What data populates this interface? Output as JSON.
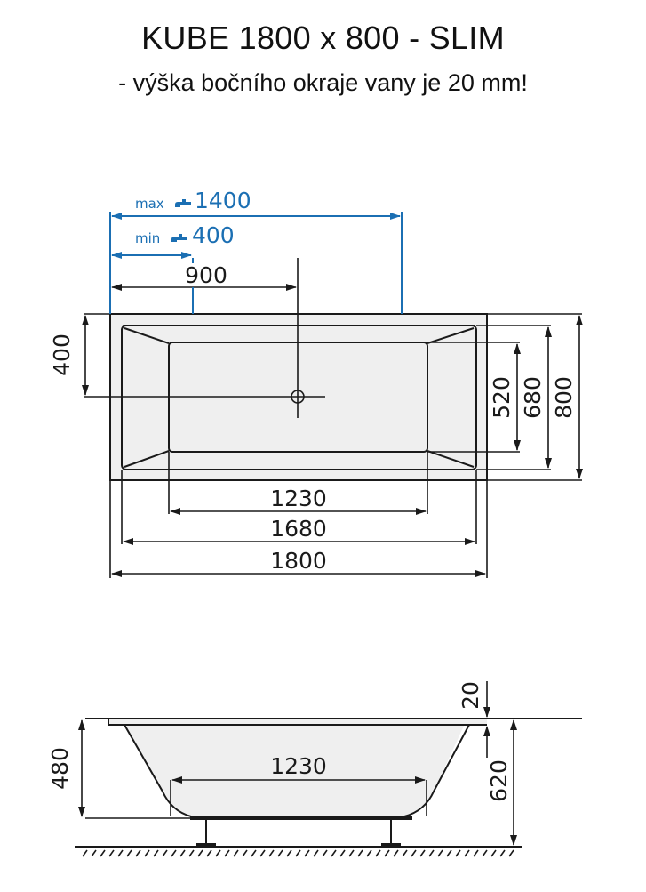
{
  "header": {
    "title": "KUBE 1800 x 800 - SLIM",
    "subtitle": "- výška bočního okraje vany je 20 mm!"
  },
  "top_view": {
    "faucet": {
      "max_label": "max",
      "max_value": "1400",
      "min_label": "min",
      "min_value": "400",
      "icon": "faucet-icon",
      "color": "#1b6fb3"
    },
    "drain_offset_x": "900",
    "drain_offset_y": "400",
    "inner_length": "1230",
    "rim_length": "1680",
    "outer_length": "1800",
    "inner_width": "520",
    "rim_width": "680",
    "outer_width": "800"
  },
  "side_view": {
    "bottom_length": "1230",
    "tub_depth": "480",
    "rim_thickness": "20",
    "total_height": "620"
  },
  "colors": {
    "line": "#1a1a1a",
    "blue_accent": "#1b6fb3",
    "tub_fill": "#efefef"
  }
}
